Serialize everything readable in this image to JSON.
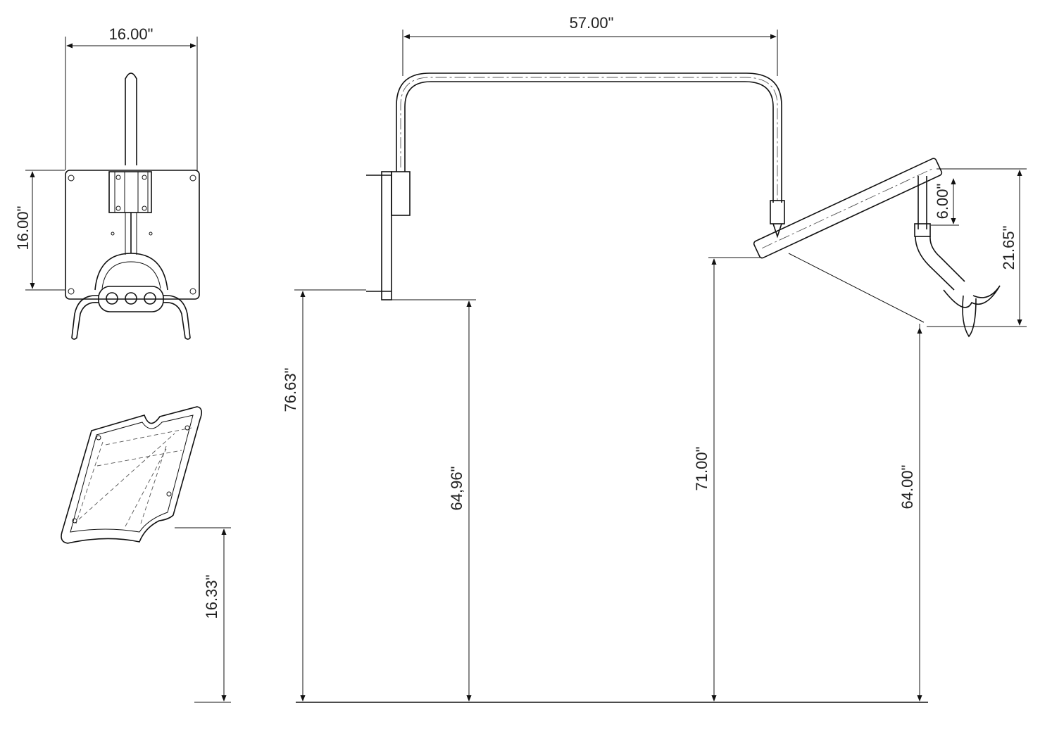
{
  "dimensions": {
    "plate_width": "16.00\"",
    "plate_height": "16.00\"",
    "arm_span": "57.00\"",
    "head_drop_short": "6.00\"",
    "head_drop_total": "21.65\"",
    "mount_height": "76.63\"",
    "arm_pivot_height": "64,96\"",
    "light_top_height": "71.00\"",
    "light_bottom_height": "64.00\"",
    "tray_height": "16.33\""
  },
  "colors": {
    "stroke": "#111111",
    "background": "#ffffff"
  }
}
